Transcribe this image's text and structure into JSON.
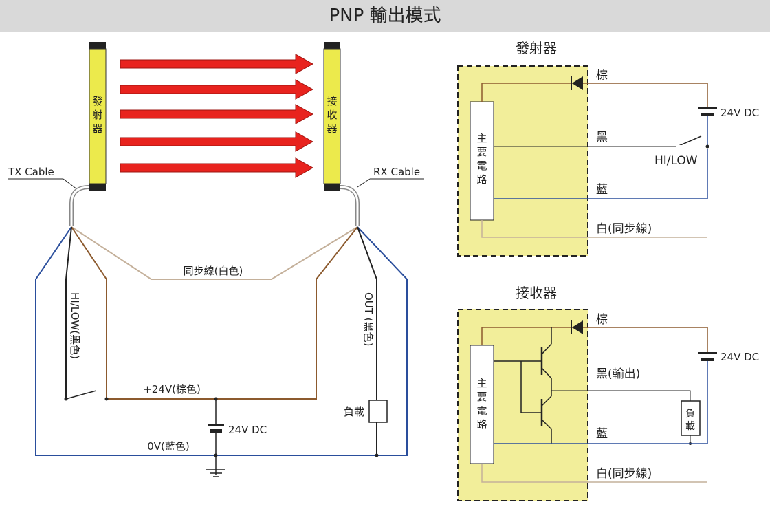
{
  "title": "PNP 輸出模式",
  "colors": {
    "title_bg": "#d9d9d9",
    "sensor_yellow": "#ecea4c",
    "box_fill": "#f2ee9a",
    "arrow_red": "#e8231e",
    "brown": "#8c5a2e",
    "blue": "#2a4e9c",
    "tan": "#c4b09a",
    "black": "#222222"
  },
  "left": {
    "emitter_chars": [
      "發",
      "射",
      "器"
    ],
    "receiver_chars": [
      "接",
      "收",
      "器"
    ],
    "tx_cable": "TX Cable",
    "rx_cable": "RX Cable",
    "sync_label": "同步線(白色)",
    "hilow_label": "HI/LOW(黑色)",
    "out_label": "OUT (黑色)",
    "plus24_label": "+24V(棕色)",
    "dc_label": "24V DC",
    "zero_label": "0V(藍色)",
    "load_label": "負載"
  },
  "emitter": {
    "title": "發射器",
    "main_chars": [
      "主",
      "要",
      "電",
      "路"
    ],
    "brown": "棕",
    "black": "黑",
    "blue": "藍",
    "white": "白(同步線)",
    "dc": "24V DC",
    "hilow": "HI/LOW"
  },
  "receiver": {
    "title": "接收器",
    "main_chars": [
      "主",
      "要",
      "電",
      "路"
    ],
    "brown": "棕",
    "black": "黑(輸出)",
    "blue": "藍",
    "white": "白(同步線)",
    "dc": "24V DC",
    "load_chars": [
      "負",
      "載"
    ]
  }
}
